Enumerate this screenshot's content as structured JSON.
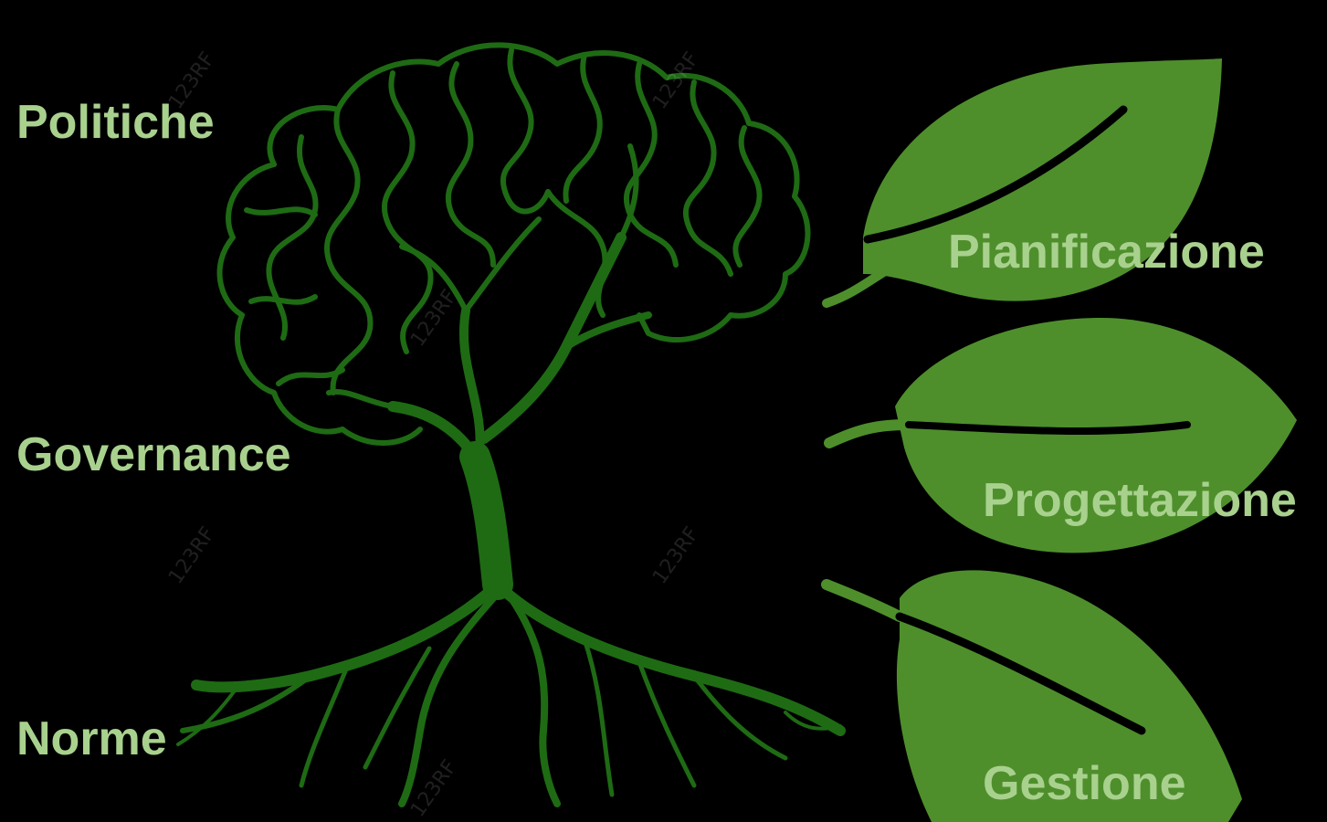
{
  "left_labels": {
    "politiche": "Politiche",
    "governance": "Governance",
    "norme": "Norme"
  },
  "right_labels": {
    "pianificazione": "Pianificazione",
    "progettazione": "Progettazione",
    "gestione": "Gestione"
  },
  "watermark": "123RF",
  "colors": {
    "background": "#000000",
    "label_text": "#a9d18e",
    "tree": "#1e6b14",
    "leaf": "#4e8f2c",
    "leaf_vein": "#000000"
  }
}
